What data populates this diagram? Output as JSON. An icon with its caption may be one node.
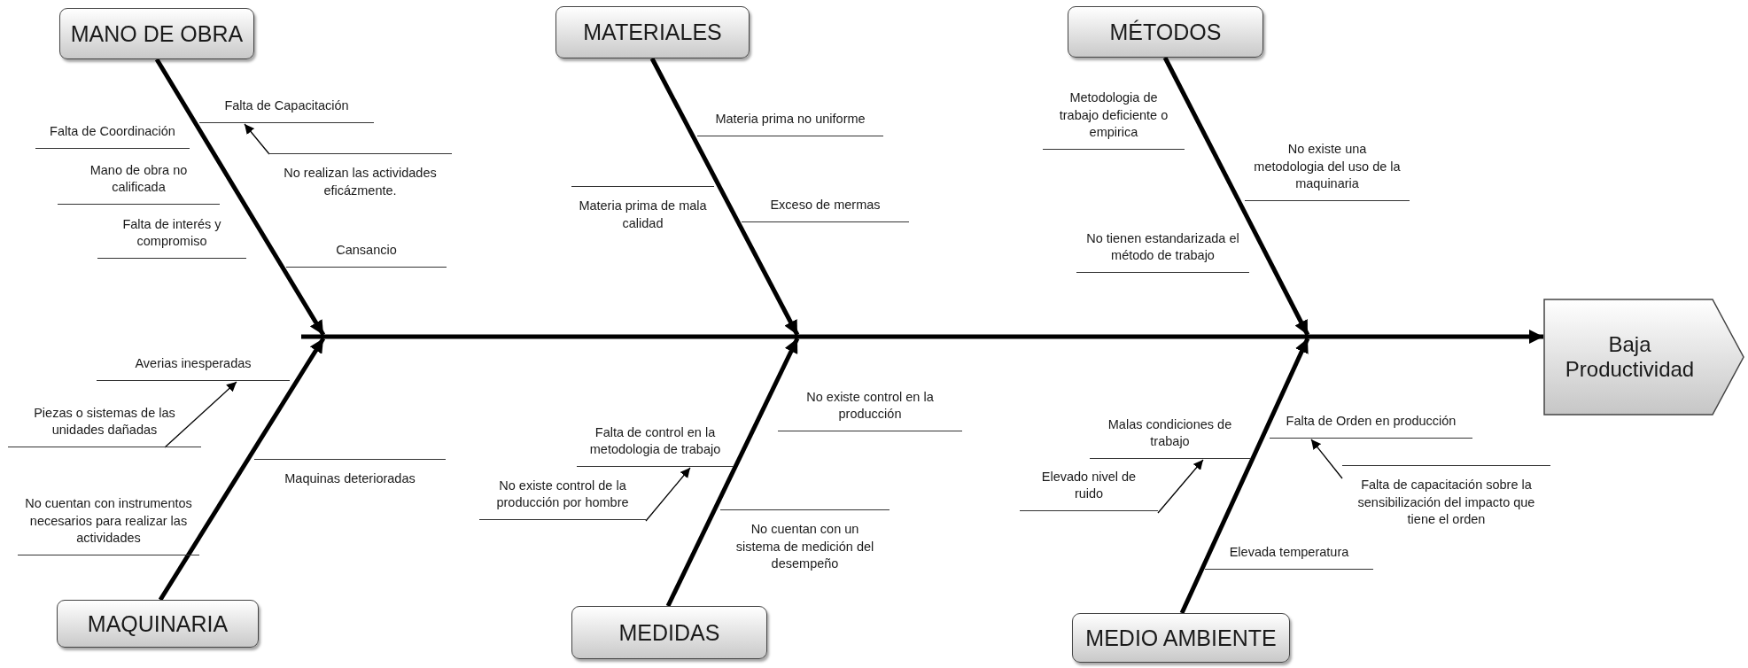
{
  "diagram": {
    "nodes": [
      {
        "text": [
          "MANO DE OBRA"
        ]
      },
      {
        "text": [
          "MATERIALES"
        ]
      },
      {
        "text": [
          "MÉTODOS"
        ]
      },
      {
        "text": [
          "MAQUINARIA"
        ]
      },
      {
        "text": [
          "MEDIDAS"
        ]
      },
      {
        "text": [
          "MEDIO AMBIENTE"
        ]
      },
      {
        "text": [
          "Baja Productividad"
        ]
      },
      {
        "text": [
          "Falta de Capacitación"
        ]
      },
      {
        "text": [
          "Falta de Coordinación"
        ]
      },
      {
        "text": [
          "No realizan las actividades eficázmente."
        ]
      },
      {
        "text": [
          "Mano de obra no calificada"
        ]
      },
      {
        "text": [
          "Falta de interés y compromiso"
        ]
      },
      {
        "text": [
          "Cansancio"
        ]
      },
      {
        "text": [
          "Materia prima no uniforme"
        ]
      },
      {
        "text": [
          "Materia prima de mala calidad"
        ]
      },
      {
        "text": [
          "Exceso de mermas"
        ]
      },
      {
        "text": [
          "Metodologia de trabajo deficiente o empirica"
        ]
      },
      {
        "text": [
          "No existe una metodologia del uso de la maquinaria"
        ]
      },
      {
        "text": [
          "No tienen estandarizada el método de trabajo"
        ]
      },
      {
        "text": [
          "Averias inesperadas"
        ]
      },
      {
        "text": [
          "Piezas o sistemas de las unidades dañadas"
        ]
      },
      {
        "text": [
          "Maquinas deterioradas"
        ]
      },
      {
        "text": [
          "No cuentan con instrumentos necesarios para realizar las actividades"
        ]
      },
      {
        "text": [
          "No existe control en la producción"
        ]
      },
      {
        "text": [
          "Falta de control en la metodologia de trabajo"
        ]
      },
      {
        "text": [
          "No existe control de la producción por hombre"
        ]
      },
      {
        "text": [
          "No cuentan con un sistema de medición del desempeño"
        ]
      },
      {
        "text": [
          "Malas condiciones de trabajo"
        ]
      },
      {
        "text": [
          "Elevado nivel de ruido"
        ]
      },
      {
        "text": [
          "Falta de Orden en producción"
        ]
      },
      {
        "text": [
          "Falta de capacitación sobre la sensibilización del impacto que tiene el orden"
        ]
      },
      {
        "text": [
          "Elevada temperatura"
        ]
      }
    ],
    "edges": [
      {
        "from": 0,
        "to": 6,
        "arrow": "to"
      },
      {
        "from": 1,
        "to": 6,
        "arrow": "to"
      },
      {
        "from": 2,
        "to": 6,
        "arrow": "to"
      },
      {
        "from": 3,
        "to": 6,
        "arrow": "to"
      },
      {
        "from": 4,
        "to": 6,
        "arrow": "to"
      },
      {
        "from": 5,
        "to": 6,
        "arrow": "to"
      },
      {
        "from": 9,
        "to": 7,
        "arrow": "to"
      },
      {
        "from": 20,
        "to": 19,
        "arrow": "to"
      },
      {
        "from": 25,
        "to": 24,
        "arrow": "to"
      },
      {
        "from": 28,
        "to": 27,
        "arrow": "to"
      },
      {
        "from": 30,
        "to": 29,
        "arrow": "to"
      }
    ]
  }
}
